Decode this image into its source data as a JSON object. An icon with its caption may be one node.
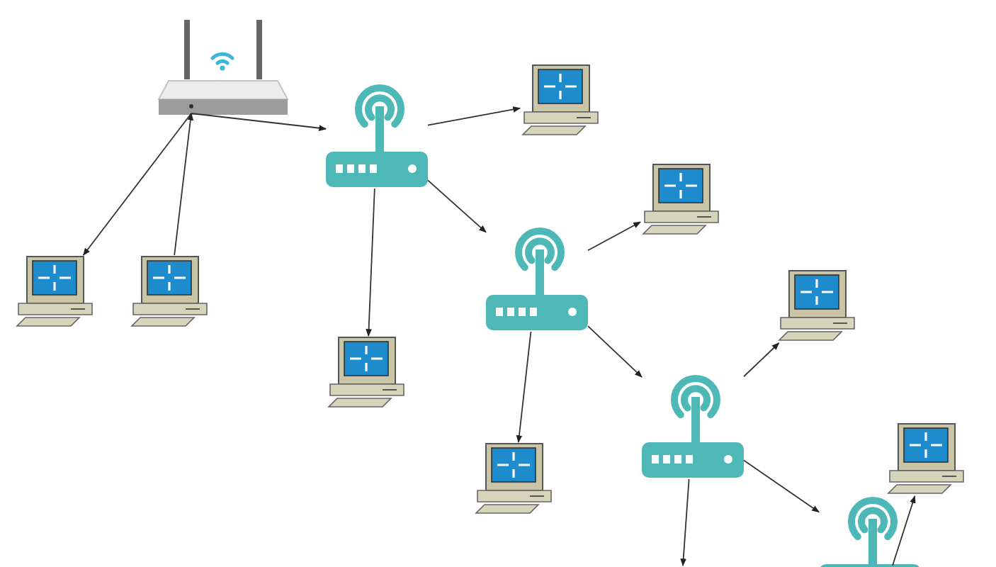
{
  "diagram": {
    "nodes": [
      {
        "text": [],
        "shape": "picture"
      },
      {
        "text": [],
        "shape": "picture"
      },
      {
        "text": [],
        "shape": "picture"
      },
      {
        "text": [],
        "shape": "picture"
      },
      {
        "text": [],
        "shape": "picture"
      },
      {
        "text": [],
        "shape": "picture"
      },
      {
        "text": [],
        "shape": "picture"
      },
      {
        "text": [],
        "shape": "picture"
      },
      {
        "text": [],
        "shape": "picture"
      },
      {
        "text": [],
        "shape": "picture"
      },
      {
        "text": [],
        "shape": "picture"
      },
      {
        "text": [],
        "shape": "picture"
      },
      {
        "text": [],
        "shape": "picture"
      }
    ],
    "edges": [
      {
        "from": 0,
        "to": 4,
        "arrow": "to"
      },
      {
        "from": 5,
        "to": 0,
        "arrow": "to"
      },
      {
        "from": 0,
        "to": 2,
        "arrow": "to"
      },
      {
        "from": 2,
        "to": 1,
        "arrow": "to"
      },
      {
        "from": 2,
        "to": 8,
        "arrow": "to"
      },
      {
        "from": 2,
        "to": 6,
        "arrow": "to"
      },
      {
        "from": 6,
        "to": 3,
        "arrow": "to"
      },
      {
        "from": 6,
        "to": 11,
        "arrow": "to"
      },
      {
        "from": 6,
        "to": 9,
        "arrow": "to"
      },
      {
        "from": 9,
        "to": 7,
        "arrow": "to"
      },
      {
        "from": 12,
        "to": 10,
        "arrow": "to"
      },
      {
        "from": 9,
        "to": 12,
        "arrow": "to"
      },
      {
        "from": 9,
        "to": null,
        "arrow": "to"
      }
    ]
  }
}
